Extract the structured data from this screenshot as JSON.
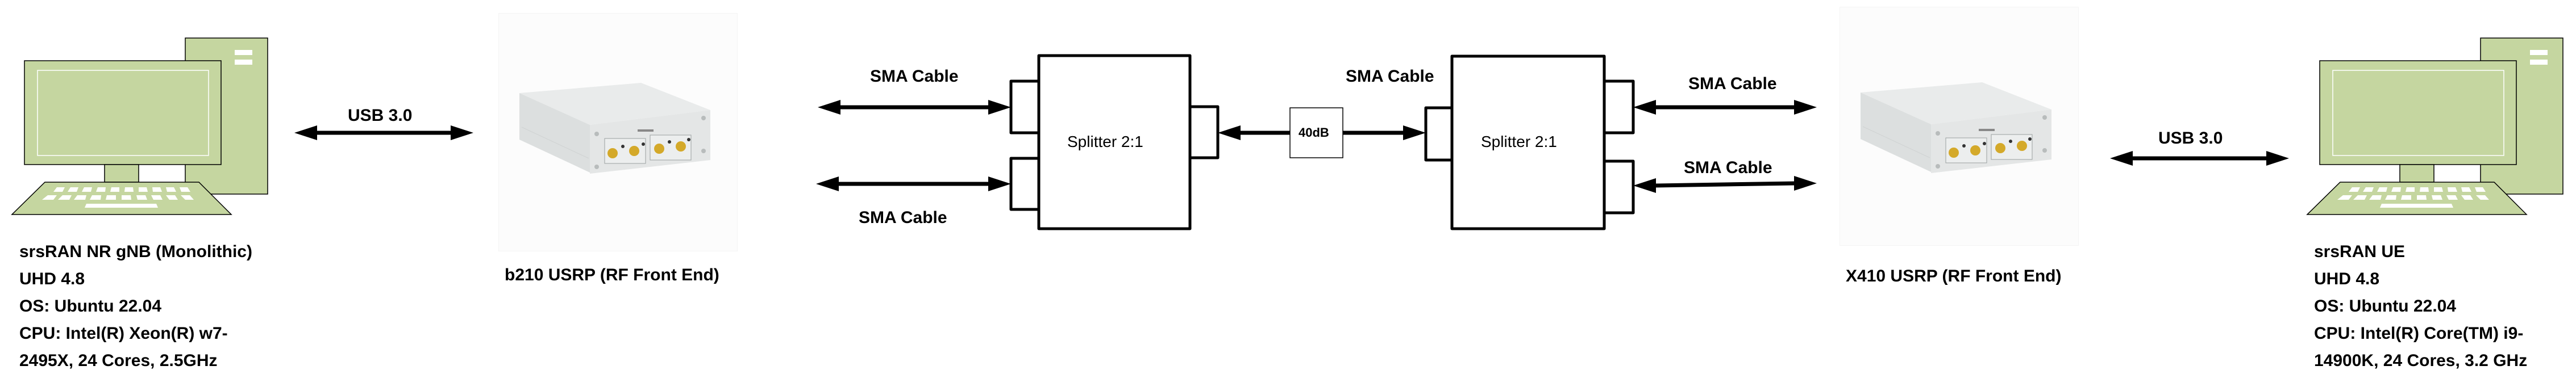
{
  "diagram": {
    "colors": {
      "computer_fill": "#c5d6a0",
      "line": "#000000",
      "usrp_body": "#e6e8e8",
      "usrp_connector": "#d4a92a"
    },
    "gnb_host": {
      "icon": "desktop-computer-icon",
      "lines": [
        "srsRAN NR gNB (Monolithic)",
        "UHD 4.8",
        "OS: Ubuntu 22.04",
        "CPU: Intel(R) Xeon(R) w7-",
        "2495X, 24 Cores, 2.5GHz"
      ]
    },
    "ue_host": {
      "icon": "desktop-computer-icon",
      "lines": [
        "srsRAN UE",
        "UHD 4.8",
        "OS: Ubuntu 22.04",
        "CPU: Intel(R) Core(TM) i9-",
        "14900K, 24 Cores, 3.2 GHz"
      ]
    },
    "left_usb_link": {
      "label": "USB 3.0",
      "icon": "double-arrow-icon"
    },
    "right_usb_link": {
      "label": "USB 3.0",
      "icon": "double-arrow-icon"
    },
    "b210": {
      "label": "b210 USRP (RF Front End)",
      "icon": "usrp-device-photo"
    },
    "x410": {
      "label": "X410 USRP (RF Front End)",
      "icon": "usrp-device-photo"
    },
    "splitter_left": {
      "label": "Splitter 2:1"
    },
    "splitter_right": {
      "label": "Splitter 2:1"
    },
    "attenuator": {
      "label": "40dB"
    },
    "cables": {
      "left_top": "SMA Cable",
      "left_bottom": "SMA Cable",
      "middle": "SMA Cable",
      "right_top": "SMA Cable",
      "right_bottom": "SMA Cable"
    }
  }
}
